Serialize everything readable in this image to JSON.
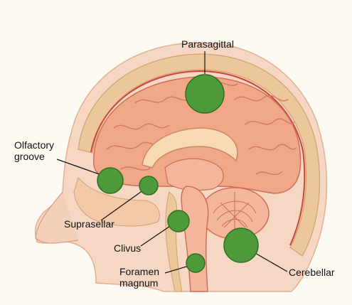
{
  "labels": {
    "parasagittal": "Parasagittal",
    "olfactory_line1": "Olfactory",
    "olfactory_line2": "groove",
    "suprasellar": "Suprasellar",
    "clivus": "Clivus",
    "foramen_line1": "Foramen",
    "foramen_line2": "magnum",
    "cerebellar": "Cerebellar"
  },
  "colors": {
    "tumor": "#4e9a3a",
    "brain": "#f1a889",
    "skin": "#f6d7c4",
    "bone": "#ecc79a",
    "dura": "#c9463c"
  }
}
